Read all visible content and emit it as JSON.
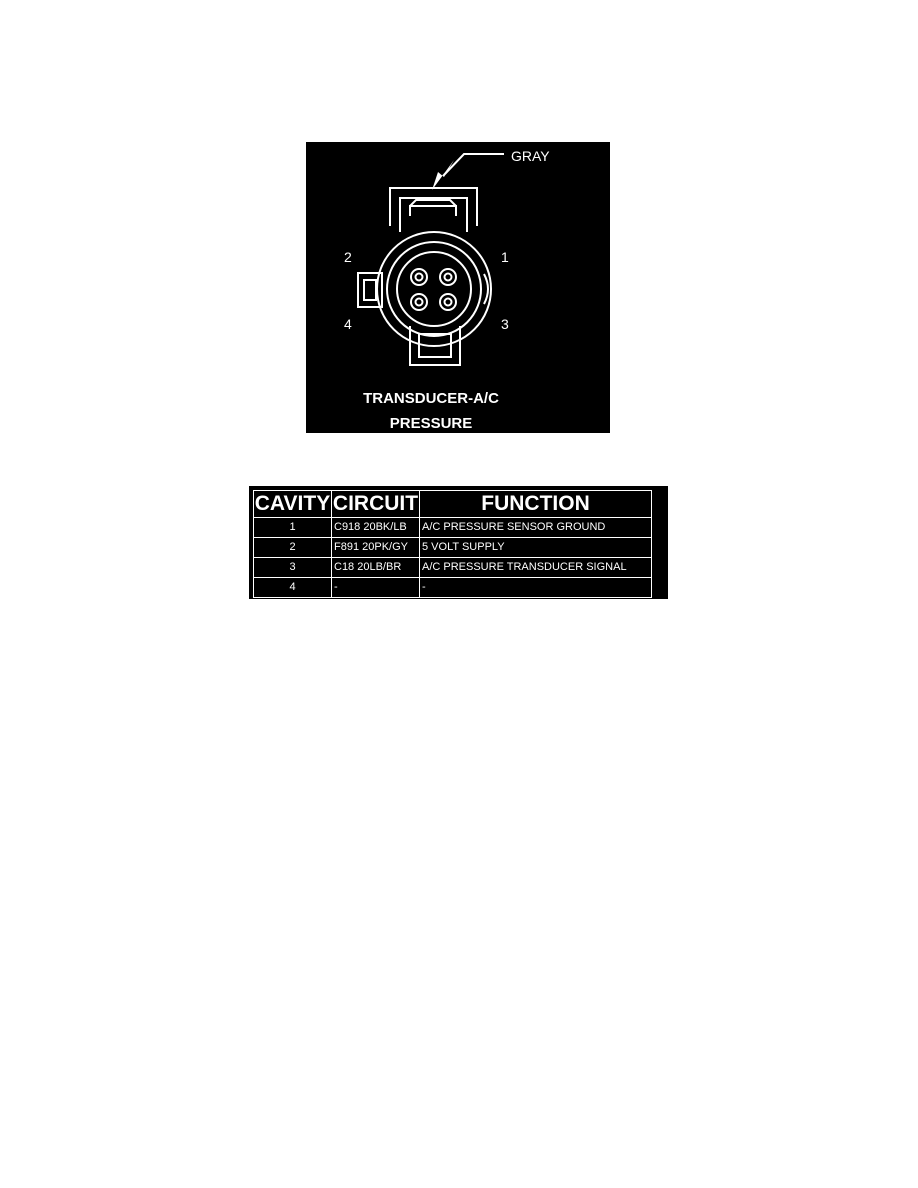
{
  "diagram": {
    "wire_color_label": "GRAY",
    "pin_labels": [
      "1",
      "2",
      "3",
      "4"
    ],
    "title_line1": "TRANSDUCER-A/C",
    "title_line2": "PRESSURE",
    "background_color": "#000000",
    "line_color": "#ffffff"
  },
  "table": {
    "headers": {
      "cavity": "CAVITY",
      "circuit": "CIRCUIT",
      "function": "FUNCTION"
    },
    "rows": [
      {
        "cavity": "1",
        "circuit": "C918 20BK/LB",
        "function": "A/C PRESSURE SENSOR GROUND"
      },
      {
        "cavity": "2",
        "circuit": "F891 20PK/GY",
        "function": "5 VOLT SUPPLY"
      },
      {
        "cavity": "3",
        "circuit": "C18 20LB/BR",
        "function": "A/C PRESSURE TRANSDUCER SIGNAL"
      },
      {
        "cavity": "4",
        "circuit": "-",
        "function": "-"
      }
    ]
  }
}
